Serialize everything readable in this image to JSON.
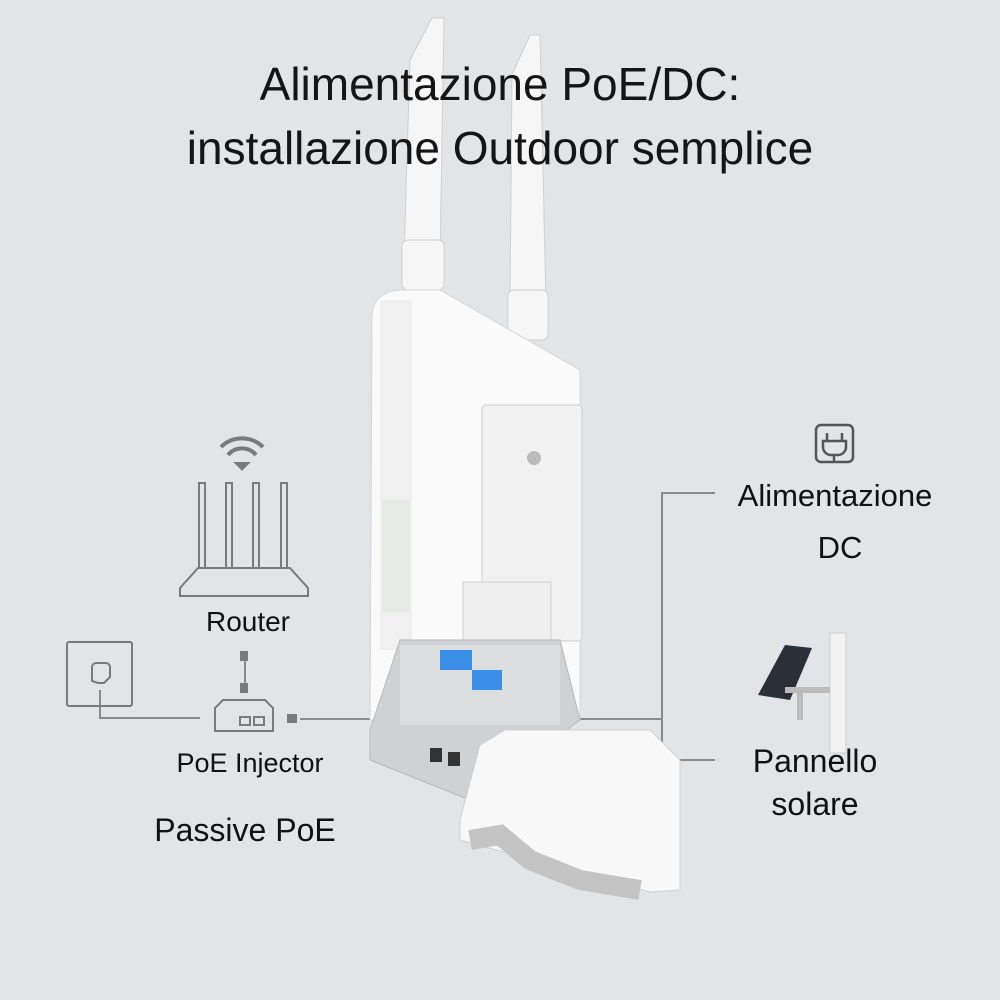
{
  "title": {
    "line1": "Alimentazione PoE/DC:",
    "line2": "installazione Outdoor semplice"
  },
  "labels": {
    "router": "Router",
    "poe_injector": "PoE Injector",
    "passive_poe": "Passive PoE",
    "dc_line1": "Alimentazione",
    "dc_line2": "DC",
    "solar_line1": "Pannello",
    "solar_line2": "solare"
  },
  "colors": {
    "background": "#e3e4e6",
    "line": "#8a8a8a",
    "port_accent": "#3a8fe8"
  }
}
